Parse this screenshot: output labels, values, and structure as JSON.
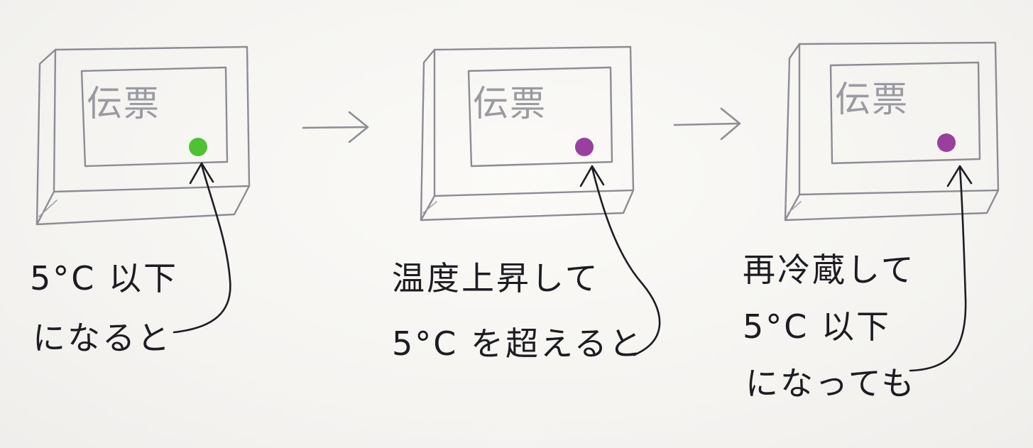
{
  "stages": [
    {
      "label": "伝票",
      "indicator_color": "#4fc234",
      "caption_lines": [
        "5°C 以下",
        "になると"
      ]
    },
    {
      "label": "伝票",
      "indicator_color": "#9b3f9e",
      "caption_lines": [
        "温度上昇して",
        "5°C を超えると"
      ]
    },
    {
      "label": "伝票",
      "indicator_color": "#9b3f9e",
      "caption_lines": [
        "再冷蔵して",
        "5°C 以下",
        "になっても"
      ]
    }
  ]
}
